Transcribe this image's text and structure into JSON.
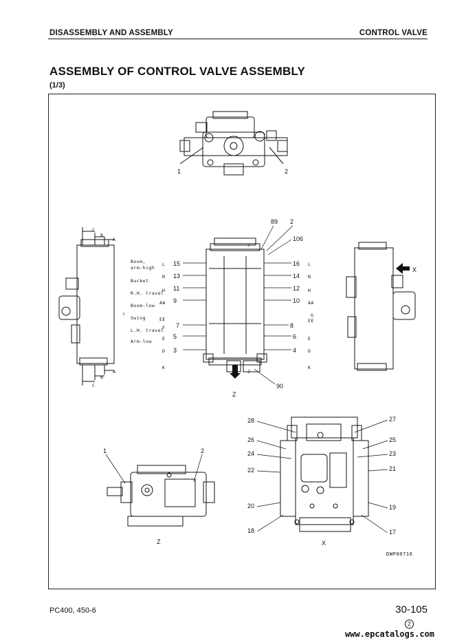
{
  "header": {
    "section": "DISASSEMBLY AND ASSEMBLY",
    "component": "CONTROL VALVE"
  },
  "title": "ASSEMBLY OF CONTROL VALVE ASSEMBLY",
  "subtitle": "(1/3)",
  "figure": {
    "top_view_callouts": [
      "1",
      "2"
    ],
    "front_view_callouts_top": [
      "89",
      "2",
      "106"
    ],
    "front_view_callouts_left": [
      "15",
      "13",
      "11",
      "9",
      "7",
      "5",
      "3"
    ],
    "front_view_callouts_right": [
      "16",
      "14",
      "12",
      "10",
      "8",
      "6",
      "4"
    ],
    "front_view_callout_bottom": "90",
    "spool_labels": [
      "Boom,",
      "arm-high",
      "Bucket",
      "R.H. travel",
      "Boom-low",
      "Swing",
      "L.H. travel",
      "Arm-low"
    ],
    "section_marks": [
      "L",
      "N",
      "H",
      "AA",
      "EE",
      "G",
      "F",
      "E",
      "D",
      "K",
      "J"
    ],
    "side_marks": [
      "C",
      "B",
      "A"
    ],
    "arrow_labels": {
      "z": "Z",
      "x": "X"
    },
    "view_z_label": "Z",
    "view_x_label": "X",
    "view_z_callouts": [
      "1",
      "2"
    ],
    "view_x_callouts_left": [
      "28",
      "26",
      "24",
      "22",
      "20",
      "18"
    ],
    "view_x_callouts_right": [
      "27",
      "25",
      "23",
      "21",
      "19",
      "17"
    ],
    "drawing_code": "DWP00716"
  },
  "footer": {
    "model": "PC400, 450-6",
    "page": "30-105",
    "revision": "2"
  },
  "watermark": "www.epcatalogs.com"
}
